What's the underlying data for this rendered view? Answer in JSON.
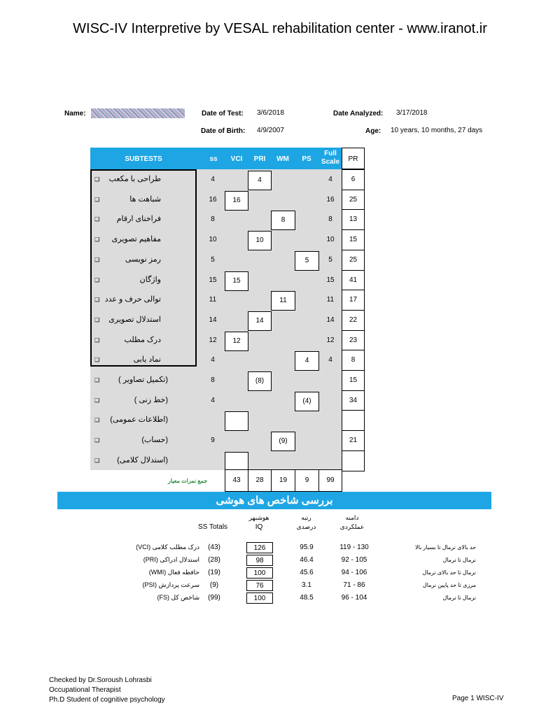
{
  "title": "WISC-IV Interpretive by VESAL rehabilitation center - www.iranot.ir",
  "info": {
    "name_label": "Name:",
    "date_of_test_label": "Date of Test:",
    "date_of_test": "3/6/2018",
    "date_analyzed_label": "Date Analyzed:",
    "date_analyzed": "3/17/2018",
    "dob_label": "Date of Birth:",
    "dob": "4/9/2007",
    "age_label": "Age:",
    "age": "10 years, 10 months, 27 days"
  },
  "table": {
    "headers": {
      "subtests": "SUBTESTS",
      "ss": "ss",
      "vci": "VCI",
      "pri": "PRI",
      "wm": "WM",
      "ps": "PS",
      "full": "Full Scale",
      "pr": "PR"
    },
    "checkbox_glyph": "❑",
    "rows": [
      {
        "name": "طراحی با مکعب",
        "ss": "4",
        "col": "pri",
        "score": "4",
        "full": "4",
        "pr": "6"
      },
      {
        "name": "شباهت ها",
        "ss": "16",
        "col": "vci",
        "score": "16",
        "full": "16",
        "pr": "25"
      },
      {
        "name": "فراخنای ارقام",
        "ss": "8",
        "col": "wm",
        "score": "8",
        "full": "8",
        "pr": "13"
      },
      {
        "name": "مفاهیم تصویری",
        "ss": "10",
        "col": "pri",
        "score": "10",
        "full": "10",
        "pr": "15"
      },
      {
        "name": "رمز نویسی",
        "ss": "5",
        "col": "ps",
        "score": "5",
        "full": "5",
        "pr": "25"
      },
      {
        "name": "واژگان",
        "ss": "15",
        "col": "vci",
        "score": "15",
        "full": "15",
        "pr": "41"
      },
      {
        "name": "توالی حرف و عدد",
        "ss": "11",
        "col": "wm",
        "score": "11",
        "full": "11",
        "pr": "17"
      },
      {
        "name": "استدلال تصویری",
        "ss": "14",
        "col": "pri",
        "score": "14",
        "full": "14",
        "pr": "22"
      },
      {
        "name": "درک مطلب",
        "ss": "12",
        "col": "vci",
        "score": "12",
        "full": "12",
        "pr": "23"
      },
      {
        "name": "نماد یابی",
        "ss": "4",
        "col": "ps",
        "score": "4",
        "full": "4",
        "pr": "8"
      },
      {
        "name": "(تکمیل تصاویر )",
        "ss": "8",
        "col": "pri",
        "score": "(8)",
        "full": "",
        "pr": "15"
      },
      {
        "name": "(خط زنی )",
        "ss": "4",
        "col": "ps",
        "score": "(4)",
        "full": "",
        "pr": "34"
      },
      {
        "name": "(اطلاعات عمومی)",
        "ss": "",
        "col": "vci",
        "score": "",
        "full": "",
        "pr": ""
      },
      {
        "name": "(حساب)",
        "ss": "9",
        "col": "wm",
        "score": "(9)",
        "full": "",
        "pr": "21"
      },
      {
        "name": "(استدلال کلامی)",
        "ss": "",
        "col": "vci",
        "score": "",
        "full": "",
        "pr": ""
      }
    ],
    "totals_label": "جمع نمرات معیار",
    "totals": {
      "vci": "43",
      "pri": "28",
      "wm": "19",
      "ps": "9",
      "full": "99"
    }
  },
  "index": {
    "band_title": "بررسی شاخص های هوشی",
    "col_iq_top": "هوشبهر",
    "col_iq": "IQ",
    "col_rank_top": "رتبه",
    "col_rank": "درصدی",
    "col_range_top": "دامنه",
    "col_range": "عملکردی",
    "ss_totals": "SS Totals",
    "rows": [
      {
        "label": "درک مطلب کلامی (VCI)",
        "ss": "(43)",
        "iq": "126",
        "pct": "95.9",
        "range": "119 - 130",
        "desc": "حد بالای نرمال تا بسیار بالا"
      },
      {
        "label": "استدلال ادراکی (PRI)",
        "ss": "(28)",
        "iq": "98",
        "pct": "46.4",
        "range": "92 - 105",
        "desc": "نرمال تا نرمال"
      },
      {
        "label": "حافظه فعال (WMI)",
        "ss": "(19)",
        "iq": "100",
        "pct": "45.6",
        "range": "94 - 106",
        "desc": "نرمال تا حد بالای نرمال"
      },
      {
        "label": "سرعت پردازش (PSI)",
        "ss": "(9)",
        "iq": "76",
        "pct": "3.1",
        "range": "71 - 86",
        "desc": "مرزی تا حد پایین نرمال"
      },
      {
        "label": "شاخص کل (FS)",
        "ss": "(99)",
        "iq": "100",
        "pct": "48.5",
        "range": "96 - 104",
        "desc": "نرمال تا نرمال"
      }
    ]
  },
  "footer": {
    "line1": "Checked by Dr.Soroush Lohrasbi",
    "line2": "Occupational Therapist",
    "line3": "Ph.D Student of cognitive psychology",
    "page": "Page 1  WISC-IV"
  },
  "colors": {
    "header_blue": "#1ea6e4",
    "grey_fill": "#dcdcdc",
    "totals_label": "#2a8a3a"
  }
}
